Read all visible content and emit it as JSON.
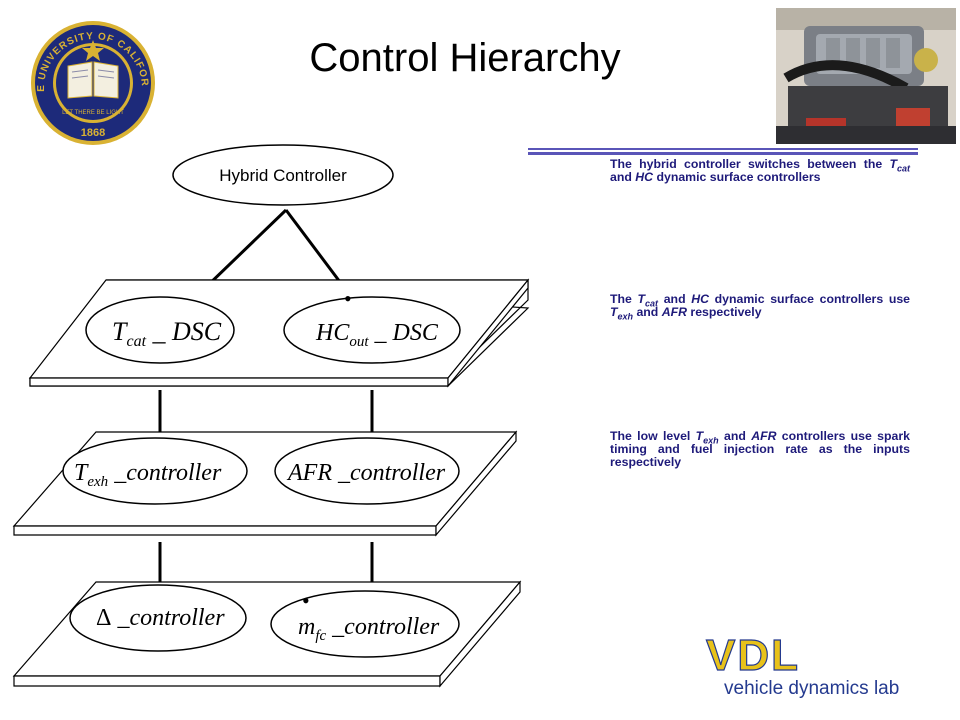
{
  "slide": {
    "title": "Control Hierarchy"
  },
  "diagram": {
    "top_node": "Hybrid Controller",
    "level1": {
      "left": {
        "main": "T",
        "sub": "cat",
        "tail": " _ DSC"
      },
      "right": {
        "main": "HC",
        "sub": "out",
        "tail": " _ DSC",
        "dot": "•"
      }
    },
    "level2": {
      "left": {
        "main": "T",
        "sub": "exh",
        "tail": " _controller"
      },
      "right": {
        "main": "AFR",
        "tail": " _controller"
      }
    },
    "level3": {
      "left": {
        "main": "Δ",
        "tail": " _controller"
      },
      "right": {
        "main": "m",
        "sub": "fc",
        "tail": " _controller",
        "dot": "•"
      }
    }
  },
  "notes": {
    "n1": {
      "a": "The hybrid controller switches between the ",
      "t": "T",
      "tsub": "cat",
      "b": " and ",
      "hc": "HC",
      "c": " dynamic surface controllers"
    },
    "n2": {
      "a": "The ",
      "t": "T",
      "tsub": "cat",
      "b": " and ",
      "hc": "HC",
      "c": " dynamic surface controllers use ",
      "t2": "T",
      "t2sub": "exh",
      "d": " and ",
      "afr": "AFR",
      "e": " respectively"
    },
    "n3": {
      "a": "The low level ",
      "t": "T",
      "tsub": "exh",
      "b": " and ",
      "afr": "AFR",
      "c": " controllers use spark  timing and fuel injection rate as the inputs respectively"
    }
  },
  "branding": {
    "seal_text": "THE UNIVERSITY OF CALIFORNIA",
    "seal_motto": "LET THERE BE LIGHT",
    "seal_year": "1868",
    "logo_text": "VDL",
    "logo_subtitle": "vehicle dynamics lab"
  },
  "colors": {
    "note_text": "#1e1a7a",
    "divider": "#5a55b8",
    "seal_blue": "#1d2a7a",
    "seal_gold": "#d9b233",
    "logo_gold": "#e8c21a",
    "logo_blue": "#243a8f"
  }
}
